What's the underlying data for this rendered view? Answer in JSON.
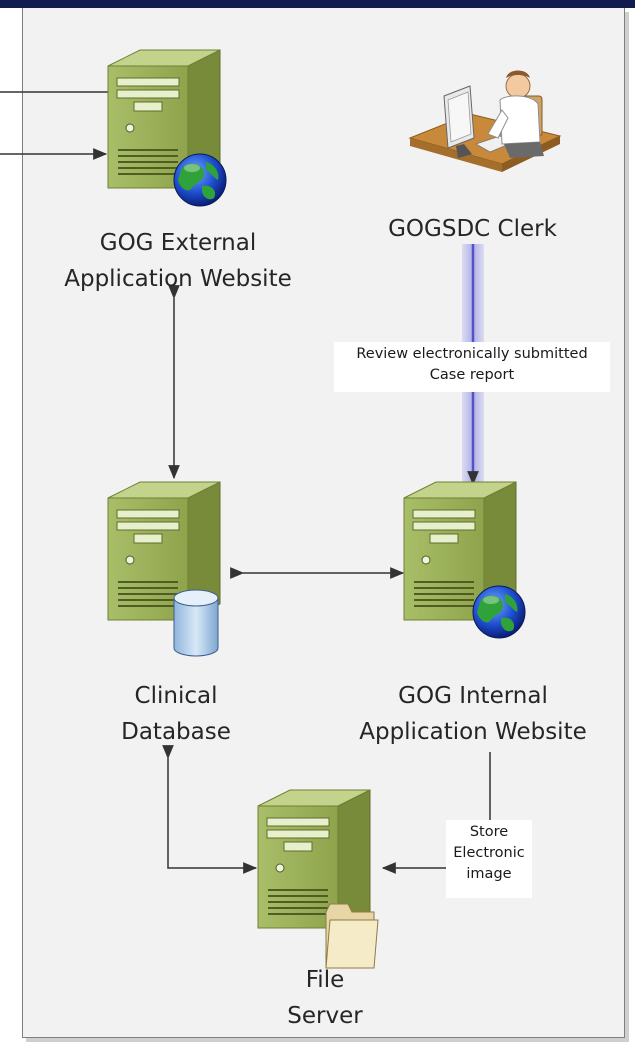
{
  "nodes": {
    "external_website": {
      "line1": "GOG External",
      "line2": "Application Website"
    },
    "clerk": {
      "line1": "GOGSDC Clerk"
    },
    "clinical_database": {
      "line1": "Clinical",
      "line2": "Database"
    },
    "internal_website": {
      "line1": "GOG Internal",
      "line2": "Application Website"
    },
    "file_server": {
      "line1": "File",
      "line2": "Server"
    }
  },
  "edges": {
    "clerk_to_internal": {
      "line1": "Review electronically submitted",
      "line2": "Case report"
    },
    "internal_to_file_server": {
      "line1": "Store",
      "line2": "Electronic",
      "line3": "image"
    }
  },
  "colors": {
    "server_body": "#9bb15a",
    "server_side": "#7b8e3c",
    "highlight_edge": "#6f6fd6",
    "frame_bg": "#f2f2f2",
    "header_bar": "#131c4e"
  },
  "icons": [
    "globe-icon",
    "database-icon",
    "folder-icon",
    "user-at-computer-icon"
  ]
}
